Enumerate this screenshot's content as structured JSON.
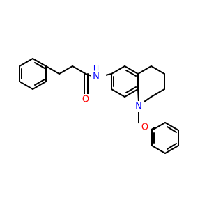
{
  "molecule": {
    "atoms": [
      {
        "id": "N_amide",
        "symbol": "N",
        "label": "N",
        "label_sub": "H",
        "color": "#0000ff"
      },
      {
        "id": "O_amide",
        "symbol": "O",
        "label": "O",
        "color": "#ff0000"
      },
      {
        "id": "N_ring",
        "symbol": "N",
        "label": "N",
        "color": "#0000ff"
      },
      {
        "id": "O_benzoyl",
        "symbol": "O",
        "label": "O",
        "color": "#ff0000"
      }
    ],
    "bond_color": "#000000"
  }
}
